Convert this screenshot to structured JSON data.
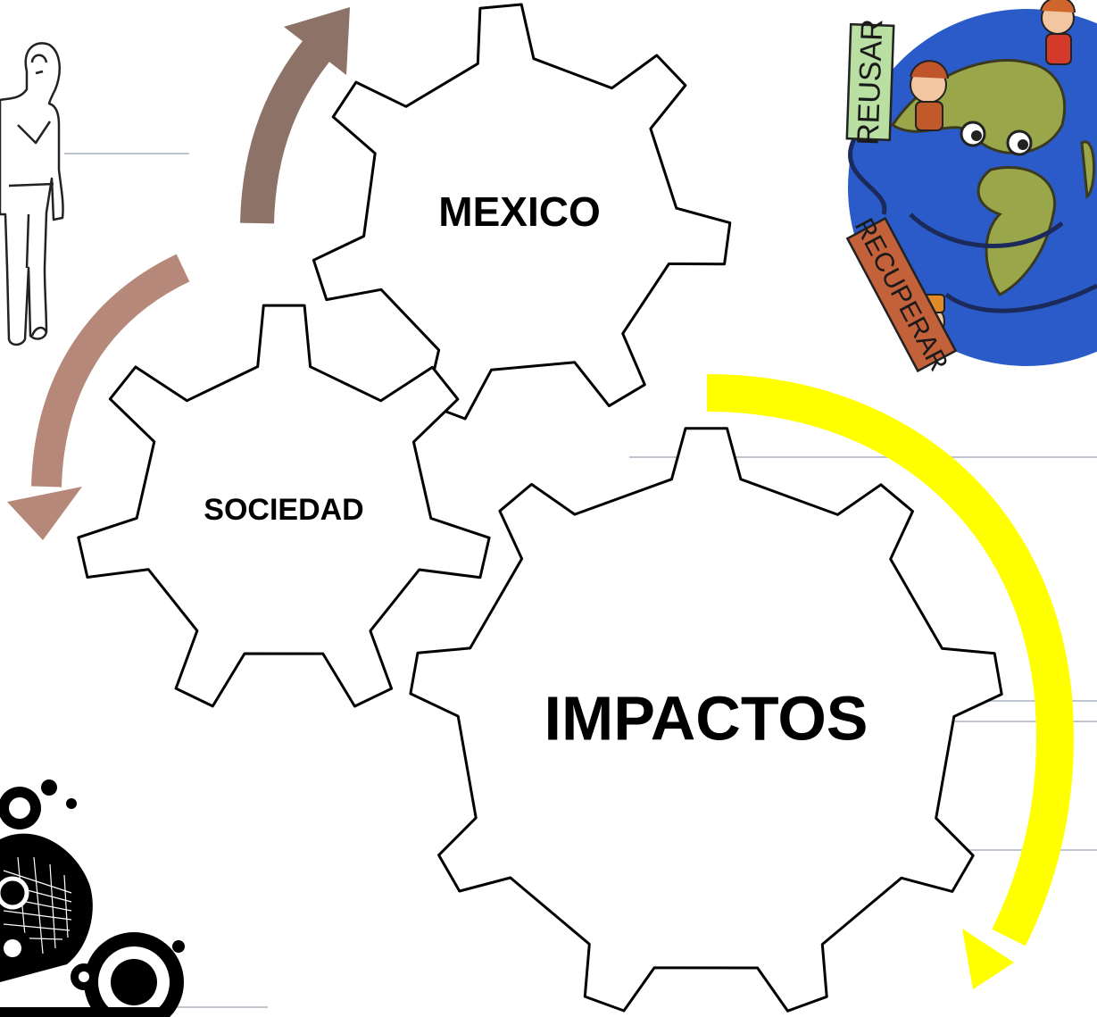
{
  "gears": [
    {
      "id": "mexico",
      "label": "MEXICO"
    },
    {
      "id": "sociedad",
      "label": "SOCIEDAD"
    },
    {
      "id": "impactos",
      "label": "IMPACTOS"
    }
  ],
  "arrows": [
    {
      "id": "brown-up",
      "color": "#8c7267"
    },
    {
      "id": "brown-down",
      "color": "#b5887a"
    },
    {
      "id": "yellow",
      "color": "#ffff00"
    }
  ],
  "globe": {
    "signs": [
      {
        "text": "REUSAR"
      },
      {
        "text": "RECUPERAR"
      }
    ],
    "ocean_color": "#2a5bc8",
    "land_color": "#9aa64a"
  },
  "lines_color": "#a9b4c4"
}
